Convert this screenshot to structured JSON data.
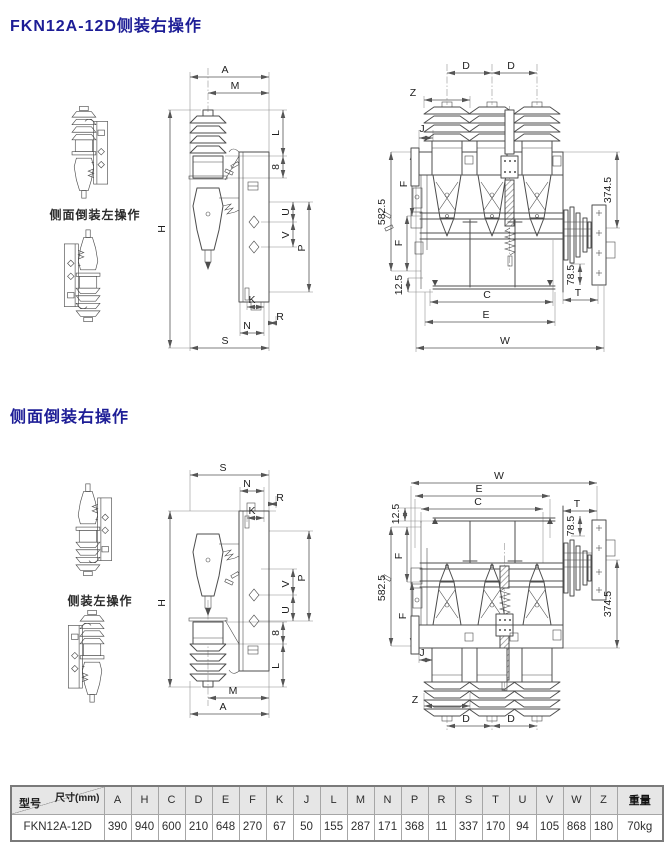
{
  "titles": {
    "section1": "FKN12A-12D侧装右操作",
    "section2": "侧面倒装右操作"
  },
  "view_labels": {
    "section1_left": "侧面倒装左操作",
    "section2_left": "侧装左操作"
  },
  "dims": {
    "A": "A",
    "M": "M",
    "H": "H",
    "L": "L",
    "n8": "8",
    "U": "U",
    "V": "V",
    "P": "P",
    "K": "K",
    "R": "R",
    "N": "N",
    "S": "S",
    "D": "D",
    "Z": "Z",
    "J": "J",
    "F": "F",
    "C": "C",
    "E": "E",
    "W": "W",
    "T": "T",
    "n5825": "582.5",
    "n3745": "374.5",
    "n125": "12.5",
    "n785": "78.5"
  },
  "table": {
    "corner_top": "尺寸(mm)",
    "corner_bottom": "型号",
    "columns": [
      "A",
      "H",
      "C",
      "D",
      "E",
      "F",
      "K",
      "J",
      "L",
      "M",
      "N",
      "P",
      "R",
      "S",
      "T",
      "U",
      "V",
      "W",
      "Z",
      "重量"
    ],
    "rows": [
      {
        "model": "FKN12A-12D",
        "values": [
          "390",
          "940",
          "600",
          "210",
          "648",
          "270",
          "67",
          "50",
          "155",
          "287",
          "171",
          "368",
          "11",
          "337",
          "170",
          "94",
          "105",
          "868",
          "180",
          "70kg"
        ]
      }
    ]
  }
}
